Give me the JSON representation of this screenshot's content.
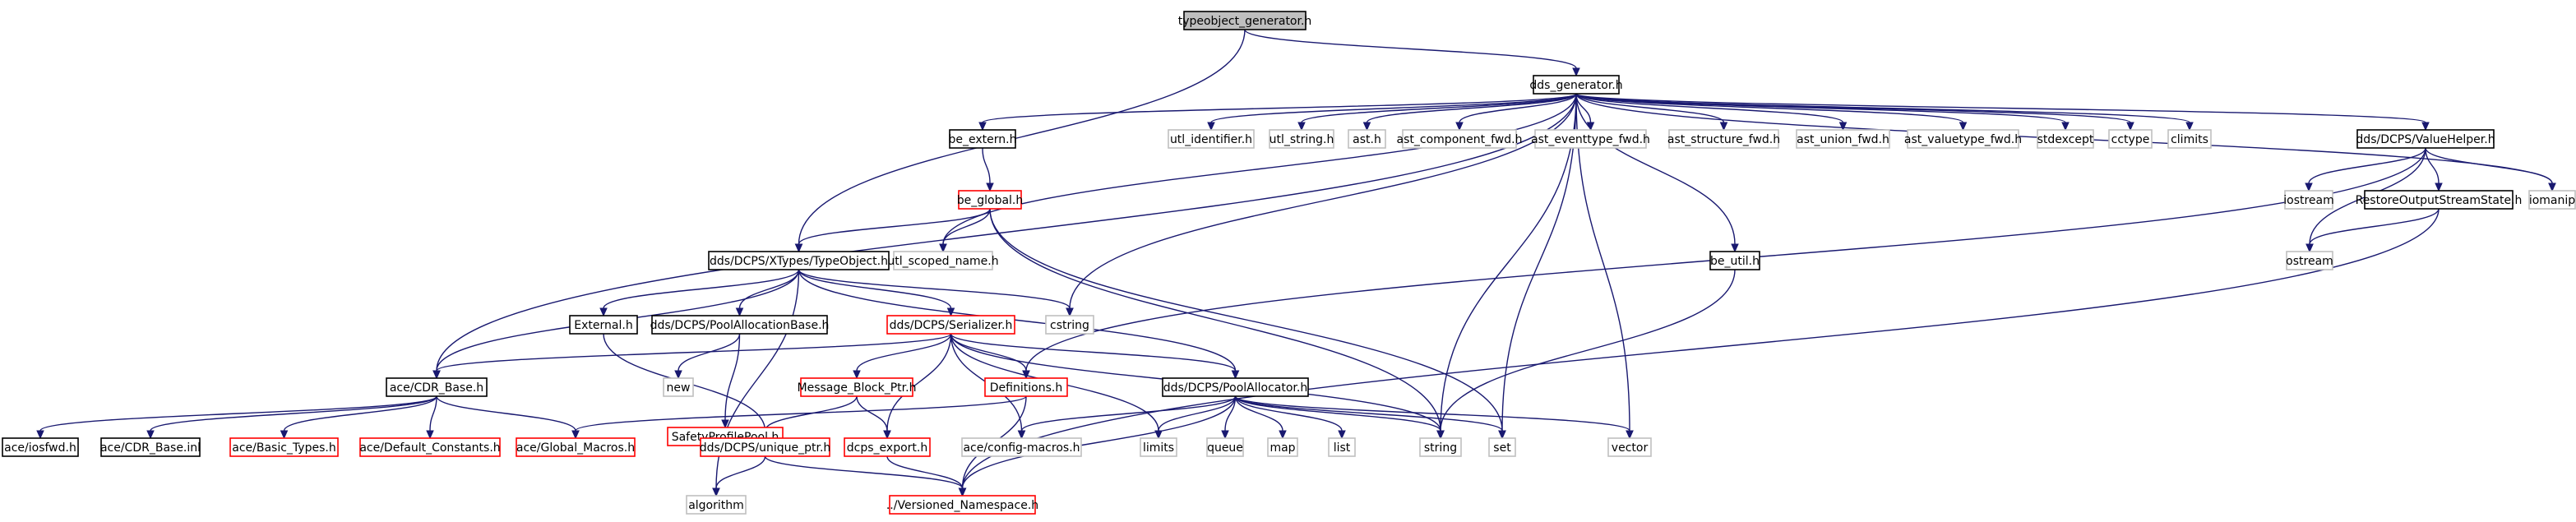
{
  "colors": {
    "root_fill": "#bfbfbf",
    "default_fill": "#ffffff",
    "border_black": "#000000",
    "border_red": "#ff0000",
    "border_gray": "#bfbfbf",
    "edge": "#191970"
  },
  "nodes": [
    {
      "id": "typeobject_generator",
      "label": "typeobject_generator.h",
      "style": "root"
    },
    {
      "id": "dds_generator",
      "label": "dds_generator.h",
      "style": "black"
    },
    {
      "id": "typeobject",
      "label": "dds/DCPS/XTypes/TypeObject.h",
      "style": "black"
    },
    {
      "id": "cdr_base",
      "label": "ace/CDR_Base.h",
      "style": "black"
    },
    {
      "id": "be_extern",
      "label": "be_extern.h",
      "style": "black"
    },
    {
      "id": "be_global",
      "label": "be_global.h",
      "style": "red"
    },
    {
      "id": "utl_scoped_name",
      "label": "utl_scoped_name.h",
      "style": "gray"
    },
    {
      "id": "cstring",
      "label": "cstring",
      "style": "gray"
    },
    {
      "id": "utl_identifier",
      "label": "utl_identifier.h",
      "style": "gray"
    },
    {
      "id": "utl_string",
      "label": "utl_string.h",
      "style": "gray"
    },
    {
      "id": "ast",
      "label": "ast.h",
      "style": "gray"
    },
    {
      "id": "ast_component_fwd",
      "label": "ast_component_fwd.h",
      "style": "gray"
    },
    {
      "id": "ast_eventtype_fwd",
      "label": "ast_eventtype_fwd.h",
      "style": "gray"
    },
    {
      "id": "ast_structure_fwd",
      "label": "ast_structure_fwd.h",
      "style": "gray"
    },
    {
      "id": "ast_union_fwd",
      "label": "ast_union_fwd.h",
      "style": "gray"
    },
    {
      "id": "ast_valuetype_fwd",
      "label": "ast_valuetype_fwd.h",
      "style": "gray"
    },
    {
      "id": "stdexcept",
      "label": "stdexcept",
      "style": "gray"
    },
    {
      "id": "cctype",
      "label": "cctype",
      "style": "gray"
    },
    {
      "id": "climits",
      "label": "climits",
      "style": "gray"
    },
    {
      "id": "valuehelper",
      "label": "dds/DCPS/ValueHelper.h",
      "style": "black"
    },
    {
      "id": "iostream",
      "label": "iostream",
      "style": "gray"
    },
    {
      "id": "restoreoutput",
      "label": "RestoreOutputStreamState.h",
      "style": "black"
    },
    {
      "id": "iomanip",
      "label": "iomanip",
      "style": "gray"
    },
    {
      "id": "ostream",
      "label": "ostream",
      "style": "gray"
    },
    {
      "id": "be_util",
      "label": "be_util.h",
      "style": "black"
    },
    {
      "id": "external",
      "label": "External.h",
      "style": "black"
    },
    {
      "id": "poolallocationbase",
      "label": "dds/DCPS/PoolAllocationBase.h",
      "style": "black"
    },
    {
      "id": "serializer",
      "label": "dds/DCPS/Serializer.h",
      "style": "red"
    },
    {
      "id": "new",
      "label": "new",
      "style": "gray"
    },
    {
      "id": "safetyprofilepool",
      "label": "SafetyProfilePool.h",
      "style": "red"
    },
    {
      "id": "message_block_ptr",
      "label": "Message_Block_Ptr.h",
      "style": "red"
    },
    {
      "id": "definitions",
      "label": "Definitions.h",
      "style": "red"
    },
    {
      "id": "poolallocator",
      "label": "dds/DCPS/PoolAllocator.h",
      "style": "black"
    },
    {
      "id": "ace_iosfwd",
      "label": "ace/iosfwd.h",
      "style": "black"
    },
    {
      "id": "cdr_base_inl",
      "label": "ace/CDR_Base.inl",
      "style": "black"
    },
    {
      "id": "basic_types",
      "label": "ace/Basic_Types.h",
      "style": "red"
    },
    {
      "id": "default_constants",
      "label": "ace/Default_Constants.h",
      "style": "red"
    },
    {
      "id": "global_macros",
      "label": "ace/Global_Macros.h",
      "style": "red"
    },
    {
      "id": "unique_ptr",
      "label": "dds/DCPS/unique_ptr.h",
      "style": "red"
    },
    {
      "id": "dcps_export",
      "label": "dcps_export.h",
      "style": "red"
    },
    {
      "id": "config_macros",
      "label": "ace/config-macros.h",
      "style": "gray"
    },
    {
      "id": "limits",
      "label": "limits",
      "style": "gray"
    },
    {
      "id": "queue",
      "label": "queue",
      "style": "gray"
    },
    {
      "id": "map",
      "label": "map",
      "style": "gray"
    },
    {
      "id": "list",
      "label": "list",
      "style": "gray"
    },
    {
      "id": "string",
      "label": "string",
      "style": "gray"
    },
    {
      "id": "set",
      "label": "set",
      "style": "gray"
    },
    {
      "id": "vector",
      "label": "vector",
      "style": "gray"
    },
    {
      "id": "algorithm",
      "label": "algorithm",
      "style": "gray"
    },
    {
      "id": "versioned_namespace",
      "label": "../Versioned_Namespace.h",
      "style": "red"
    }
  ],
  "edges": [
    [
      "typeobject_generator",
      "dds_generator"
    ],
    [
      "typeobject_generator",
      "typeobject"
    ],
    [
      "dds_generator",
      "cdr_base"
    ],
    [
      "dds_generator",
      "be_extern"
    ],
    [
      "dds_generator",
      "utl_scoped_name"
    ],
    [
      "dds_generator",
      "cstring"
    ],
    [
      "dds_generator",
      "utl_identifier"
    ],
    [
      "dds_generator",
      "utl_string"
    ],
    [
      "dds_generator",
      "ast"
    ],
    [
      "dds_generator",
      "ast_component_fwd"
    ],
    [
      "dds_generator",
      "ast_eventtype_fwd"
    ],
    [
      "dds_generator",
      "ast_structure_fwd"
    ],
    [
      "dds_generator",
      "ast_union_fwd"
    ],
    [
      "dds_generator",
      "ast_valuetype_fwd"
    ],
    [
      "dds_generator",
      "stdexcept"
    ],
    [
      "dds_generator",
      "cctype"
    ],
    [
      "dds_generator",
      "climits"
    ],
    [
      "dds_generator",
      "valuehelper"
    ],
    [
      "dds_generator",
      "iomanip"
    ],
    [
      "dds_generator",
      "be_util"
    ],
    [
      "dds_generator",
      "string"
    ],
    [
      "dds_generator",
      "set"
    ],
    [
      "dds_generator",
      "vector"
    ],
    [
      "be_extern",
      "be_global"
    ],
    [
      "be_global",
      "typeobject"
    ],
    [
      "be_global",
      "utl_scoped_name"
    ],
    [
      "be_global",
      "string"
    ],
    [
      "be_global",
      "set"
    ],
    [
      "valuehelper",
      "iostream"
    ],
    [
      "valuehelper",
      "restoreoutput"
    ],
    [
      "valuehelper",
      "iomanip"
    ],
    [
      "valuehelper",
      "ostream"
    ],
    [
      "valuehelper",
      "definitions"
    ],
    [
      "restoreoutput",
      "ostream"
    ],
    [
      "restoreoutput",
      "versioned_namespace"
    ],
    [
      "be_util",
      "string"
    ],
    [
      "typeobject",
      "cdr_base"
    ],
    [
      "typeobject",
      "external"
    ],
    [
      "typeobject",
      "poolallocationbase"
    ],
    [
      "typeobject",
      "serializer"
    ],
    [
      "typeobject",
      "cstring"
    ],
    [
      "typeobject",
      "poolallocator"
    ],
    [
      "typeobject",
      "algorithm"
    ],
    [
      "external",
      "unique_ptr"
    ],
    [
      "poolallocationbase",
      "new"
    ],
    [
      "poolallocationbase",
      "safetyprofilepool"
    ],
    [
      "serializer",
      "cdr_base"
    ],
    [
      "serializer",
      "message_block_ptr"
    ],
    [
      "serializer",
      "definitions"
    ],
    [
      "serializer",
      "poolallocator"
    ],
    [
      "serializer",
      "dcps_export"
    ],
    [
      "serializer",
      "config_macros"
    ],
    [
      "serializer",
      "limits"
    ],
    [
      "serializer",
      "string"
    ],
    [
      "cdr_base",
      "ace_iosfwd"
    ],
    [
      "cdr_base",
      "cdr_base_inl"
    ],
    [
      "cdr_base",
      "basic_types"
    ],
    [
      "cdr_base",
      "default_constants"
    ],
    [
      "cdr_base",
      "global_macros"
    ],
    [
      "message_block_ptr",
      "unique_ptr"
    ],
    [
      "message_block_ptr",
      "dcps_export"
    ],
    [
      "definitions",
      "global_macros"
    ],
    [
      "definitions",
      "versioned_namespace"
    ],
    [
      "poolallocator",
      "config_macros"
    ],
    [
      "poolallocator",
      "limits"
    ],
    [
      "poolallocator",
      "queue"
    ],
    [
      "poolallocator",
      "map"
    ],
    [
      "poolallocator",
      "list"
    ],
    [
      "poolallocator",
      "string"
    ],
    [
      "poolallocator",
      "set"
    ],
    [
      "poolallocator",
      "vector"
    ],
    [
      "poolallocator",
      "versioned_namespace"
    ],
    [
      "unique_ptr",
      "algorithm"
    ],
    [
      "unique_ptr",
      "versioned_namespace"
    ],
    [
      "dcps_export",
      "versioned_namespace"
    ]
  ]
}
